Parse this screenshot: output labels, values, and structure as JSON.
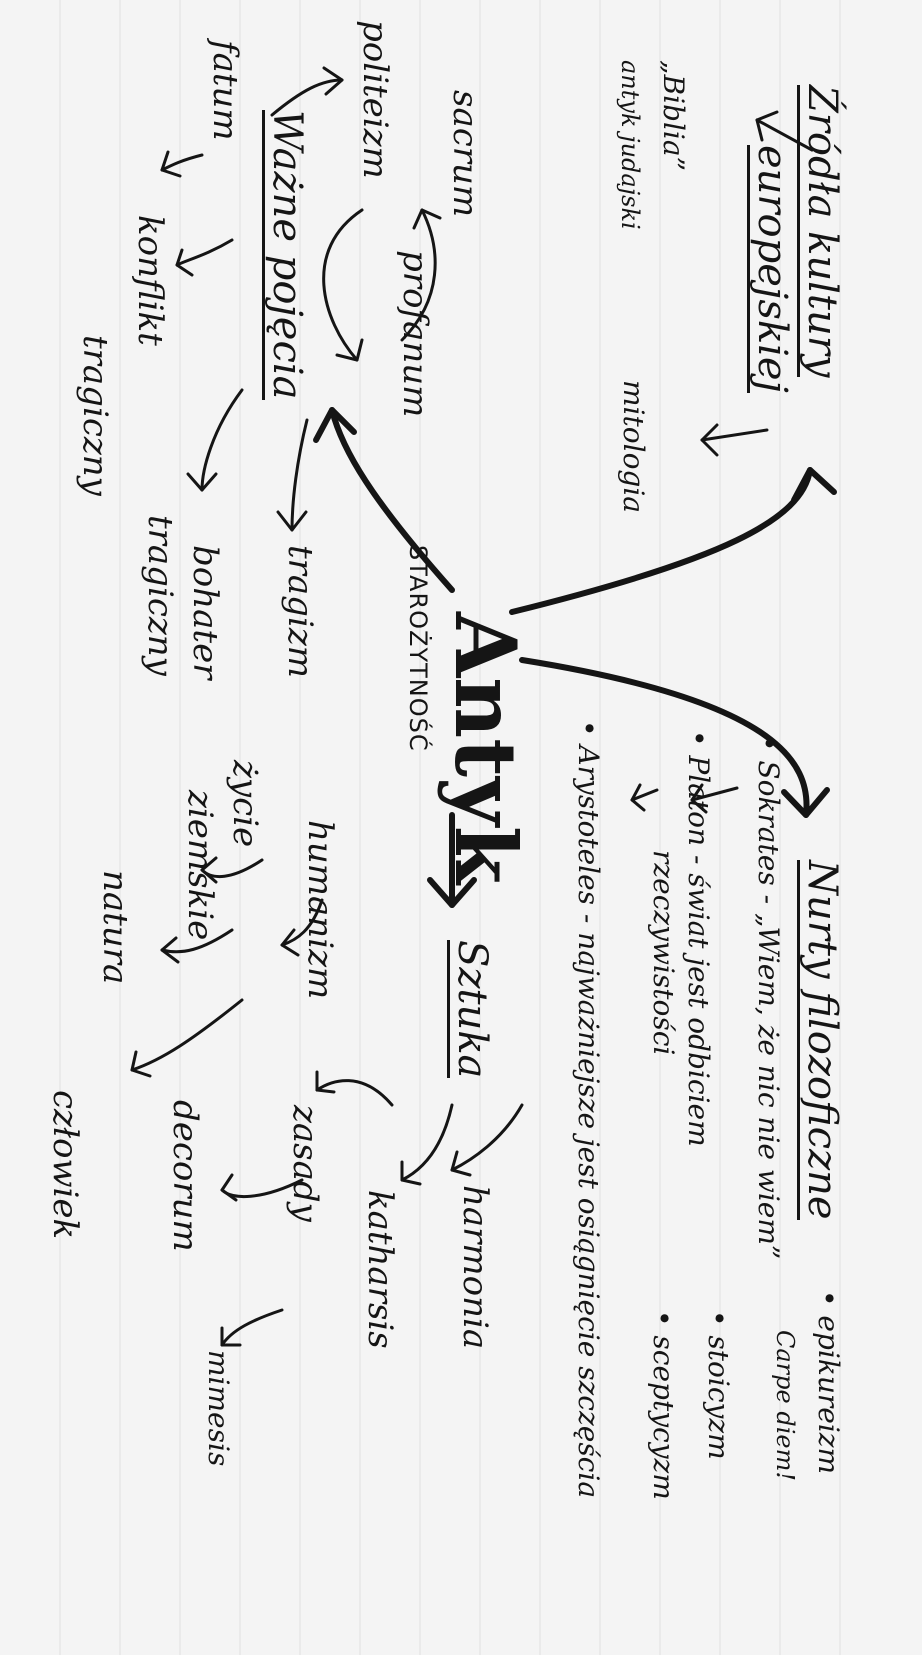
{
  "center": {
    "title": "Antyk",
    "subtitle": "STAROŻYTNOŚĆ"
  },
  "sources": {
    "title_line1": "Źródła kultury",
    "title_line2": "europejskiej",
    "items": [
      "„Biblia”",
      "antyk judajski",
      "mitologia"
    ]
  },
  "philosophy": {
    "title": "Nurty filozoficzne",
    "items": [
      "• Sokrates - „Wiem, że nic nie wiem”",
      "• Platon - świat jest odbiciem",
      "rzeczywistości",
      "• Arystoteles - najważniejsze jest osiągnięcie szczęścia",
      "• epikureizm",
      "Carpe diem!",
      "• stoicyzm",
      "• sceptycyzm"
    ]
  },
  "concepts": {
    "title": "Ważne pojęcia",
    "items": [
      "sacrum",
      "profanum",
      "politeizm",
      "fatum",
      "konflikt",
      "tragiczny",
      "tragizm",
      "bohater",
      "tragiczny"
    ]
  },
  "art": {
    "title": "Sztuka",
    "items": [
      "harmonia",
      "katharsis",
      "zasady",
      "mimesis",
      "decorum",
      "humanizm",
      "życie",
      "ziemskie",
      "natura",
      "człowiek"
    ]
  }
}
